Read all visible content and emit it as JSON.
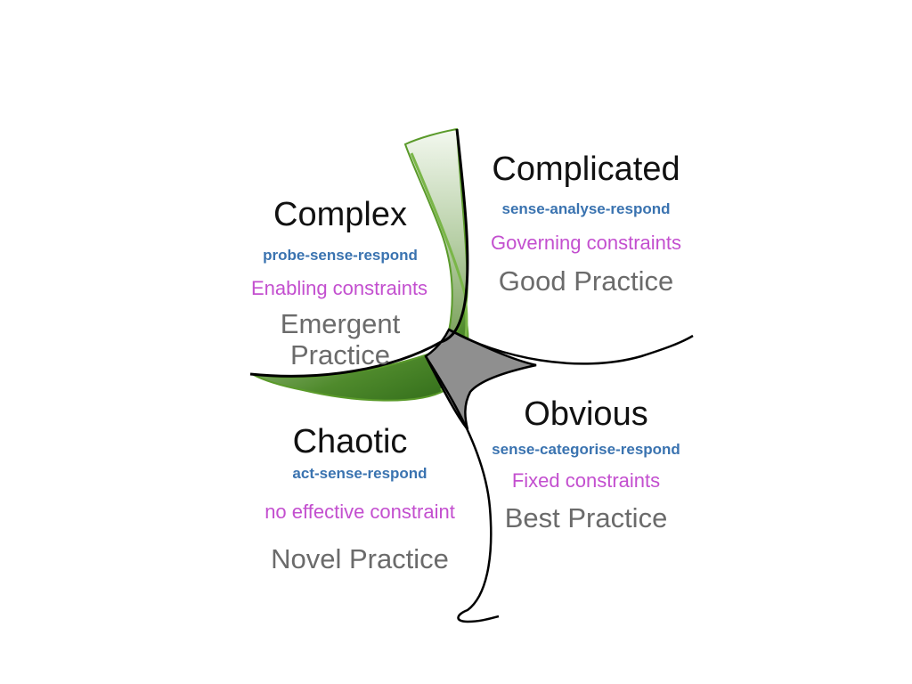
{
  "colors": {
    "title": "#111111",
    "approach": "#3a73b0",
    "constraint": "#c34fcf",
    "practice": "#6b6b6b",
    "green_dark": "#3e7f1e",
    "green_light": "#d8e8cc",
    "center": "#8f8f8f",
    "line": "#000000"
  },
  "domains": {
    "complex": {
      "title": "Complex",
      "approach": "probe-sense-respond",
      "constraint": "Enabling constraints",
      "practice_line1": "Emergent",
      "practice_line2": "Practice"
    },
    "complicated": {
      "title": "Complicated",
      "approach": "sense-analyse-respond",
      "constraint": "Governing constraints",
      "practice": "Good Practice"
    },
    "chaotic": {
      "title": "Chaotic",
      "approach": "act-sense-respond",
      "constraint": "no effective constraint",
      "practice": "Novel Practice"
    },
    "obvious": {
      "title": "Obvious",
      "approach": "sense-categorise-respond",
      "constraint": "Fixed constraints",
      "practice": "Best Practice"
    }
  }
}
